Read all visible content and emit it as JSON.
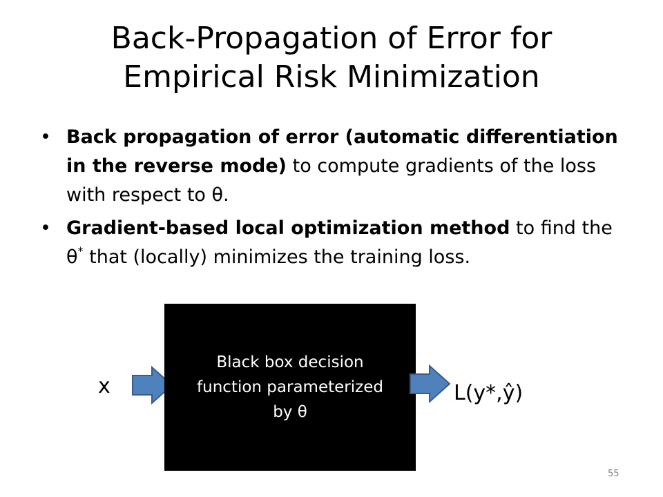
{
  "slide": {
    "title_line1": "Back-Propagation of Error for",
    "title_line2": "Empirical Risk Minimization",
    "bullets": [
      {
        "bold": "Back propagation of error (automatic differentiation in the reverse mode)",
        "rest": " to compute gradients of the loss with respect to θ."
      },
      {
        "bold": "Gradient-based local optimization method",
        "pre_symbol": " to find the θ",
        "star": "*",
        "post_symbol": " that (locally) minimizes the training loss."
      }
    ],
    "diagram": {
      "input_label": "x",
      "box_text": "Black box decision function parameterized by θ",
      "output_label": "L(y*,ŷ)",
      "box_color": "#000000",
      "arrow_color": "#4f81bd",
      "arrow_stroke": "#385d8a"
    },
    "page_number": "55"
  }
}
